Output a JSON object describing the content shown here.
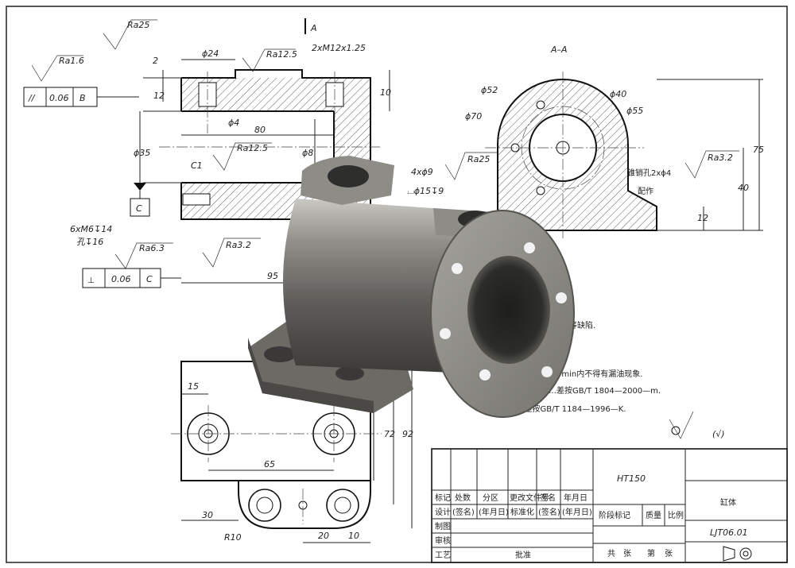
{
  "section": {
    "label_A": "A",
    "section_title": "A–A"
  },
  "roughness": {
    "ra25_top": "Ra25",
    "ra16": "Ra1.6",
    "ra125_top": "Ra12.5",
    "ra125_mid": "Ra12.5",
    "ra63": "Ra6.3",
    "ra32_left": "Ra3.2",
    "ra25_mid": "Ra25",
    "ra32_right": "Ra3.2"
  },
  "dimensions": {
    "d2": "2",
    "d12": "12",
    "phi24": "ϕ24",
    "thread": "2xM12x1.25",
    "d10": "10",
    "phi4": "ϕ4",
    "d80": "80",
    "phi35": "ϕ35",
    "phi8": "ϕ8",
    "c1": "C1",
    "holes_m6": "6xM6↧14",
    "hole_depth": "孔↧16",
    "d95": "95",
    "phi52": "ϕ52",
    "phi40": "ϕ40",
    "phi55": "ϕ55",
    "phi70": "ϕ70",
    "holes_phi9": "4xϕ9",
    "cbore": "⌴ϕ15↧9",
    "d75": "75",
    "d40": "40",
    "d12_right": "12",
    "pin_hole": "锥销孔2xϕ4",
    "fit": "配作",
    "d15": "15",
    "d65": "65",
    "d30": "30",
    "d72": "72",
    "d92": "92",
    "r10": "R10",
    "d20": "20",
    "d10_bottom": "10"
  },
  "tolerance": {
    "parallel": {
      "symbol": "//",
      "value": "0.06",
      "datum": "B"
    },
    "perpendicular": {
      "symbol": "⊥",
      "value": "0.06",
      "datum": "C"
    },
    "datum_c": "C"
  },
  "notes": {
    "n1": "…裂等缺陷.",
    "n2": "…5min内不得有漏油现象.",
    "n3": "…差按GB/T 1804—2000—m.",
    "n4": "6.未注几何公差按GB/T 1184—1996—K."
  },
  "rough_general": "(√)",
  "title_block": {
    "material": "HT150",
    "part_name": "缸体",
    "drawing_no": "LJT06.01",
    "rev_headers": [
      "标记",
      "处数",
      "分区",
      "更改文件号",
      "签名",
      "年月日"
    ],
    "row_design": [
      "设计",
      "(签名)",
      "(年月日)",
      "标准化",
      "(签名)",
      "(年月日)"
    ],
    "row_labels": [
      "制图",
      "审核",
      "工艺"
    ],
    "approve": "批准",
    "stage_headers": [
      "阶段标记",
      "质量",
      "比例"
    ],
    "sheets": [
      "共",
      "张",
      "第",
      "张"
    ]
  }
}
